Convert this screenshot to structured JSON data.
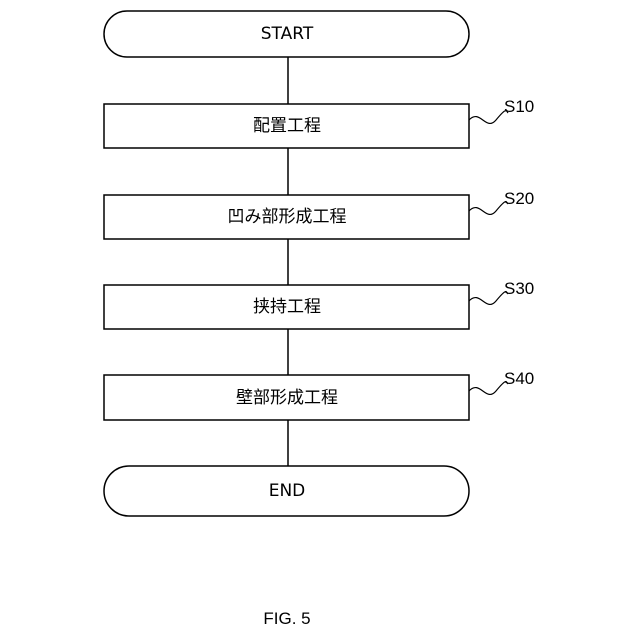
{
  "diagram": {
    "start": "START",
    "end": "END",
    "steps": [
      {
        "id": "S10",
        "label": "配置工程"
      },
      {
        "id": "S20",
        "label": "凹み部形成工程"
      },
      {
        "id": "S30",
        "label": "挟持工程"
      },
      {
        "id": "S40",
        "label": "壁部形成工程"
      }
    ],
    "figure_caption": "FIG. 5"
  }
}
